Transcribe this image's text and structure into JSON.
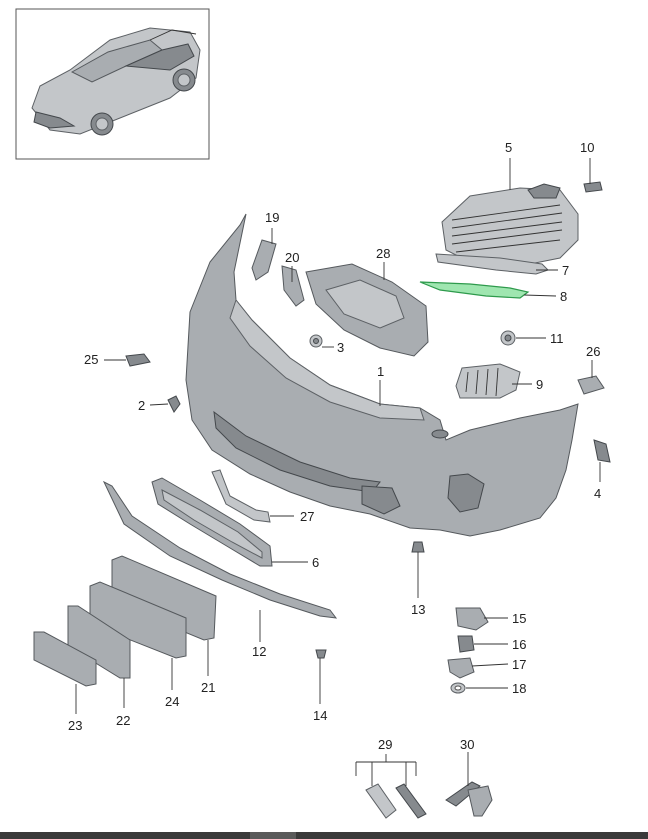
{
  "callouts": [
    {
      "num": "1"
    },
    {
      "num": "2"
    },
    {
      "num": "3"
    },
    {
      "num": "4"
    },
    {
      "num": "5"
    },
    {
      "num": "6"
    },
    {
      "num": "7"
    },
    {
      "num": "8"
    },
    {
      "num": "9"
    },
    {
      "num": "10"
    },
    {
      "num": "11"
    },
    {
      "num": "12"
    },
    {
      "num": "13"
    },
    {
      "num": "14"
    },
    {
      "num": "15"
    },
    {
      "num": "16"
    },
    {
      "num": "17"
    },
    {
      "num": "18"
    },
    {
      "num": "19"
    },
    {
      "num": "20"
    },
    {
      "num": "21"
    },
    {
      "num": "22"
    },
    {
      "num": "23"
    },
    {
      "num": "24"
    },
    {
      "num": "25"
    },
    {
      "num": "26"
    },
    {
      "num": "27"
    },
    {
      "num": "28"
    },
    {
      "num": "29"
    },
    {
      "num": "30"
    }
  ],
  "colors": {
    "highlight_part": "#9fe6b0",
    "part_body": "#a9adb1"
  }
}
